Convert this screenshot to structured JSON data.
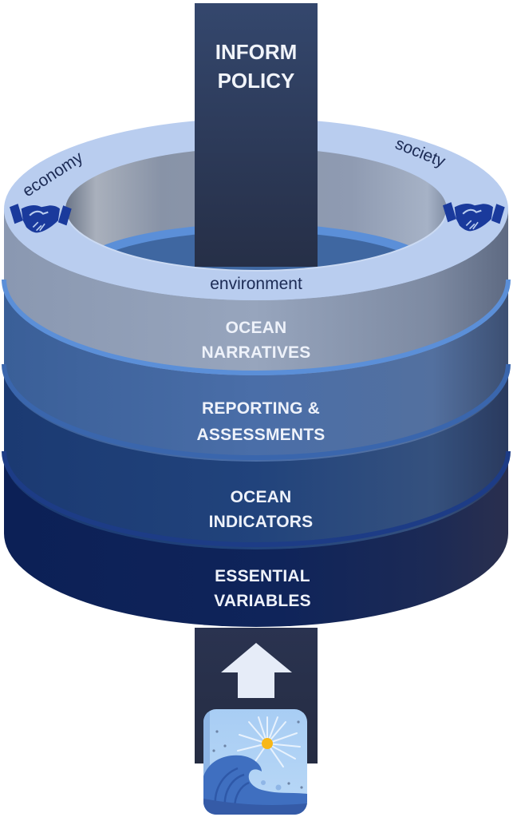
{
  "pillar": {
    "title_lines": [
      "INFORM",
      "POLICY"
    ]
  },
  "ring": {
    "labels": {
      "left": "economy",
      "right": "society",
      "front": "environment"
    },
    "icons": [
      "handshake-icon",
      "handshake-icon"
    ]
  },
  "layers": [
    {
      "id": "narratives",
      "lines": [
        "OCEAN",
        "NARRATIVES"
      ]
    },
    {
      "id": "reporting",
      "lines": [
        "REPORTING &",
        "ASSESSMENTS"
      ]
    },
    {
      "id": "indicators",
      "lines": [
        "OCEAN",
        "INDICATORS"
      ]
    },
    {
      "id": "essential",
      "lines": [
        "ESSENTIAL",
        "VARIABLES"
      ]
    }
  ],
  "flow": {
    "arrow_icon": "arrow-up-icon",
    "source_icon": "ocean-wave-sun-icon"
  },
  "colors": {
    "ring_top": "#b9cdef",
    "narratives": "#8e9bb2",
    "reporting": "#45689f",
    "indicators": "#1f4178",
    "essential": "#0f2458",
    "pillar": "#2b3a5a",
    "edge_highlight": "#5b8fd8",
    "text_dark": "#1c2b55"
  }
}
